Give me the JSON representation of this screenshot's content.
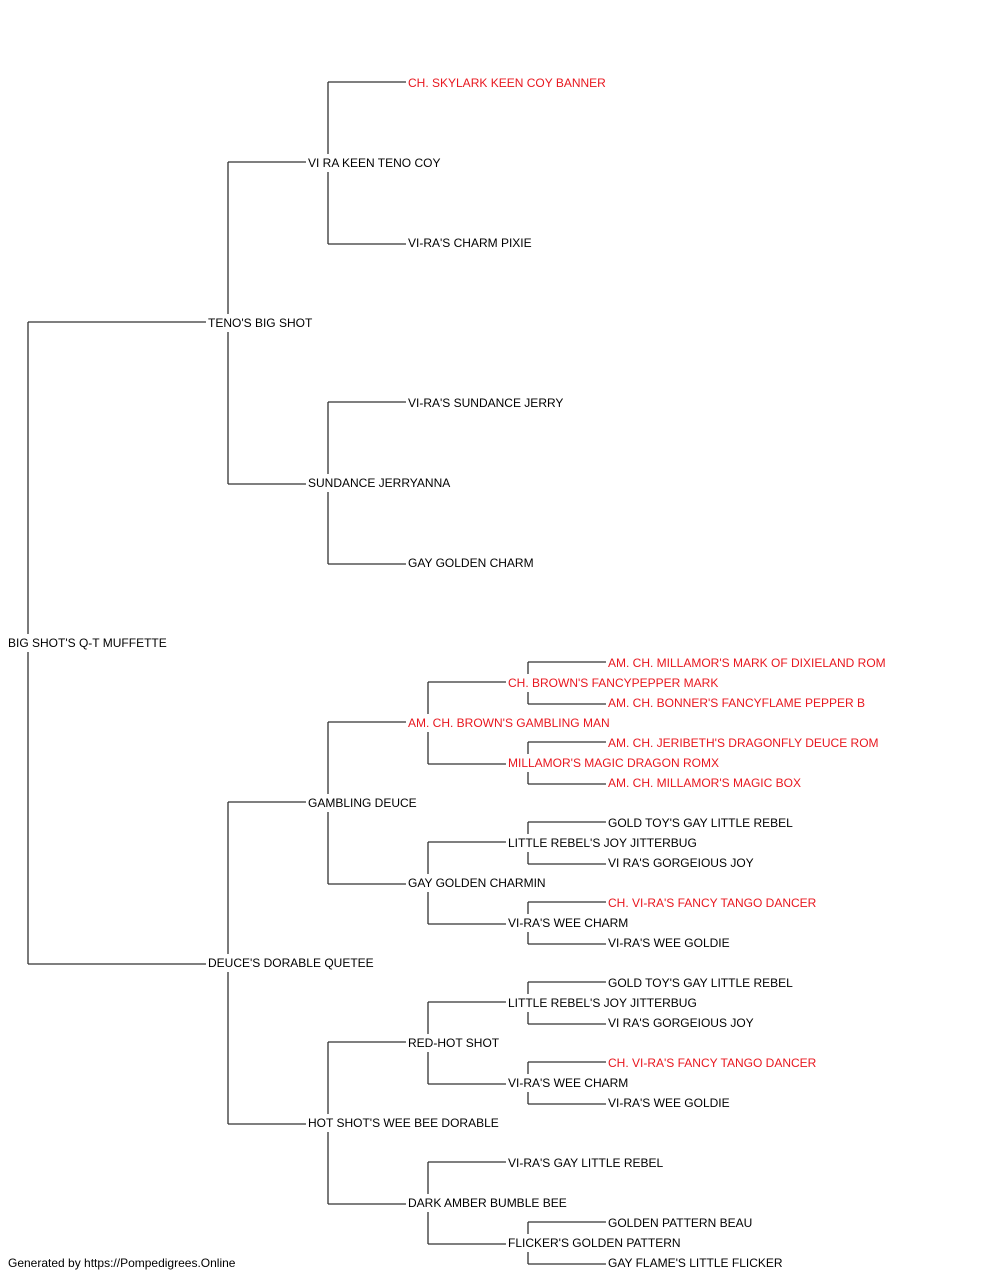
{
  "colors": {
    "normal": "#000000",
    "champion": "#e8171f",
    "line": "#333333"
  },
  "pedigree": {
    "name": "BIG SHOT'S Q-T MUFFETTE",
    "champion": false,
    "sire": {
      "name": "TENO'S BIG SHOT",
      "champion": false,
      "sire": {
        "name": "VI RA KEEN TENO COY",
        "champion": false,
        "sire": {
          "name": "CH. SKYLARK KEEN COY BANNER",
          "champion": true
        },
        "dam": {
          "name": "VI-RA'S CHARM PIXIE",
          "champion": false
        }
      },
      "dam": {
        "name": "SUNDANCE JERRYANNA",
        "champion": false,
        "sire": {
          "name": "VI-RA'S SUNDANCE JERRY",
          "champion": false
        },
        "dam": {
          "name": "GAY GOLDEN CHARM",
          "champion": false
        }
      }
    },
    "dam": {
      "name": "DEUCE'S DORABLE QUETEE",
      "champion": false,
      "sire": {
        "name": "GAMBLING DEUCE",
        "champion": false,
        "sire": {
          "name": "AM. CH. BROWN'S GAMBLING MAN",
          "champion": true,
          "sire": {
            "name": "CH. BROWN'S FANCYPEPPER MARK",
            "champion": true,
            "sire": {
              "name": "AM. CH. MILLAMOR'S MARK OF DIXIELAND ROM",
              "champion": true
            },
            "dam": {
              "name": "AM. CH. BONNER'S FANCYFLAME PEPPER B",
              "champion": true
            }
          },
          "dam": {
            "name": "MILLAMOR'S MAGIC DRAGON ROMX",
            "champion": true,
            "sire": {
              "name": "AM. CH. JERIBETH'S DRAGONFLY DEUCE ROM",
              "champion": true
            },
            "dam": {
              "name": "AM. CH. MILLAMOR'S MAGIC BOX",
              "champion": true
            }
          }
        },
        "dam": {
          "name": "GAY GOLDEN CHARMIN",
          "champion": false,
          "sire": {
            "name": "LITTLE REBEL'S JOY JITTERBUG",
            "champion": false,
            "sire": {
              "name": "GOLD TOY'S GAY LITTLE REBEL",
              "champion": false
            },
            "dam": {
              "name": "VI RA'S GORGEIOUS JOY",
              "champion": false
            }
          },
          "dam": {
            "name": "VI-RA'S WEE CHARM",
            "champion": false,
            "sire": {
              "name": "CH. VI-RA'S FANCY TANGO DANCER",
              "champion": true
            },
            "dam": {
              "name": "VI-RA'S WEE GOLDIE",
              "champion": false
            }
          }
        }
      },
      "dam": {
        "name": "HOT SHOT'S WEE BEE DORABLE",
        "champion": false,
        "sire": {
          "name": "RED-HOT SHOT",
          "champion": false,
          "sire": {
            "name": "LITTLE REBEL'S JOY JITTERBUG",
            "champion": false,
            "sire": {
              "name": "GOLD TOY'S GAY LITTLE REBEL",
              "champion": false
            },
            "dam": {
              "name": "VI RA'S GORGEIOUS JOY",
              "champion": false
            }
          },
          "dam": {
            "name": "VI-RA'S WEE CHARM",
            "champion": false,
            "sire": {
              "name": "CH. VI-RA'S FANCY TANGO DANCER",
              "champion": true
            },
            "dam": {
              "name": "VI-RA'S WEE GOLDIE",
              "champion": false
            }
          }
        },
        "dam": {
          "name": "DARK AMBER BUMBLE BEE",
          "champion": false,
          "sire": {
            "name": "VI-RA'S GAY LITTLE REBEL",
            "champion": false
          },
          "dam": {
            "name": "FLICKER'S GOLDEN PATTERN",
            "champion": false,
            "sire": {
              "name": "GOLDEN PATTERN BEAU",
              "champion": false
            },
            "dam": {
              "name": "GAY FLAME'S LITTLE FLICKER",
              "champion": false
            }
          }
        }
      }
    }
  },
  "footer": {
    "text": "Generated by https://Pompedigrees.Online"
  }
}
